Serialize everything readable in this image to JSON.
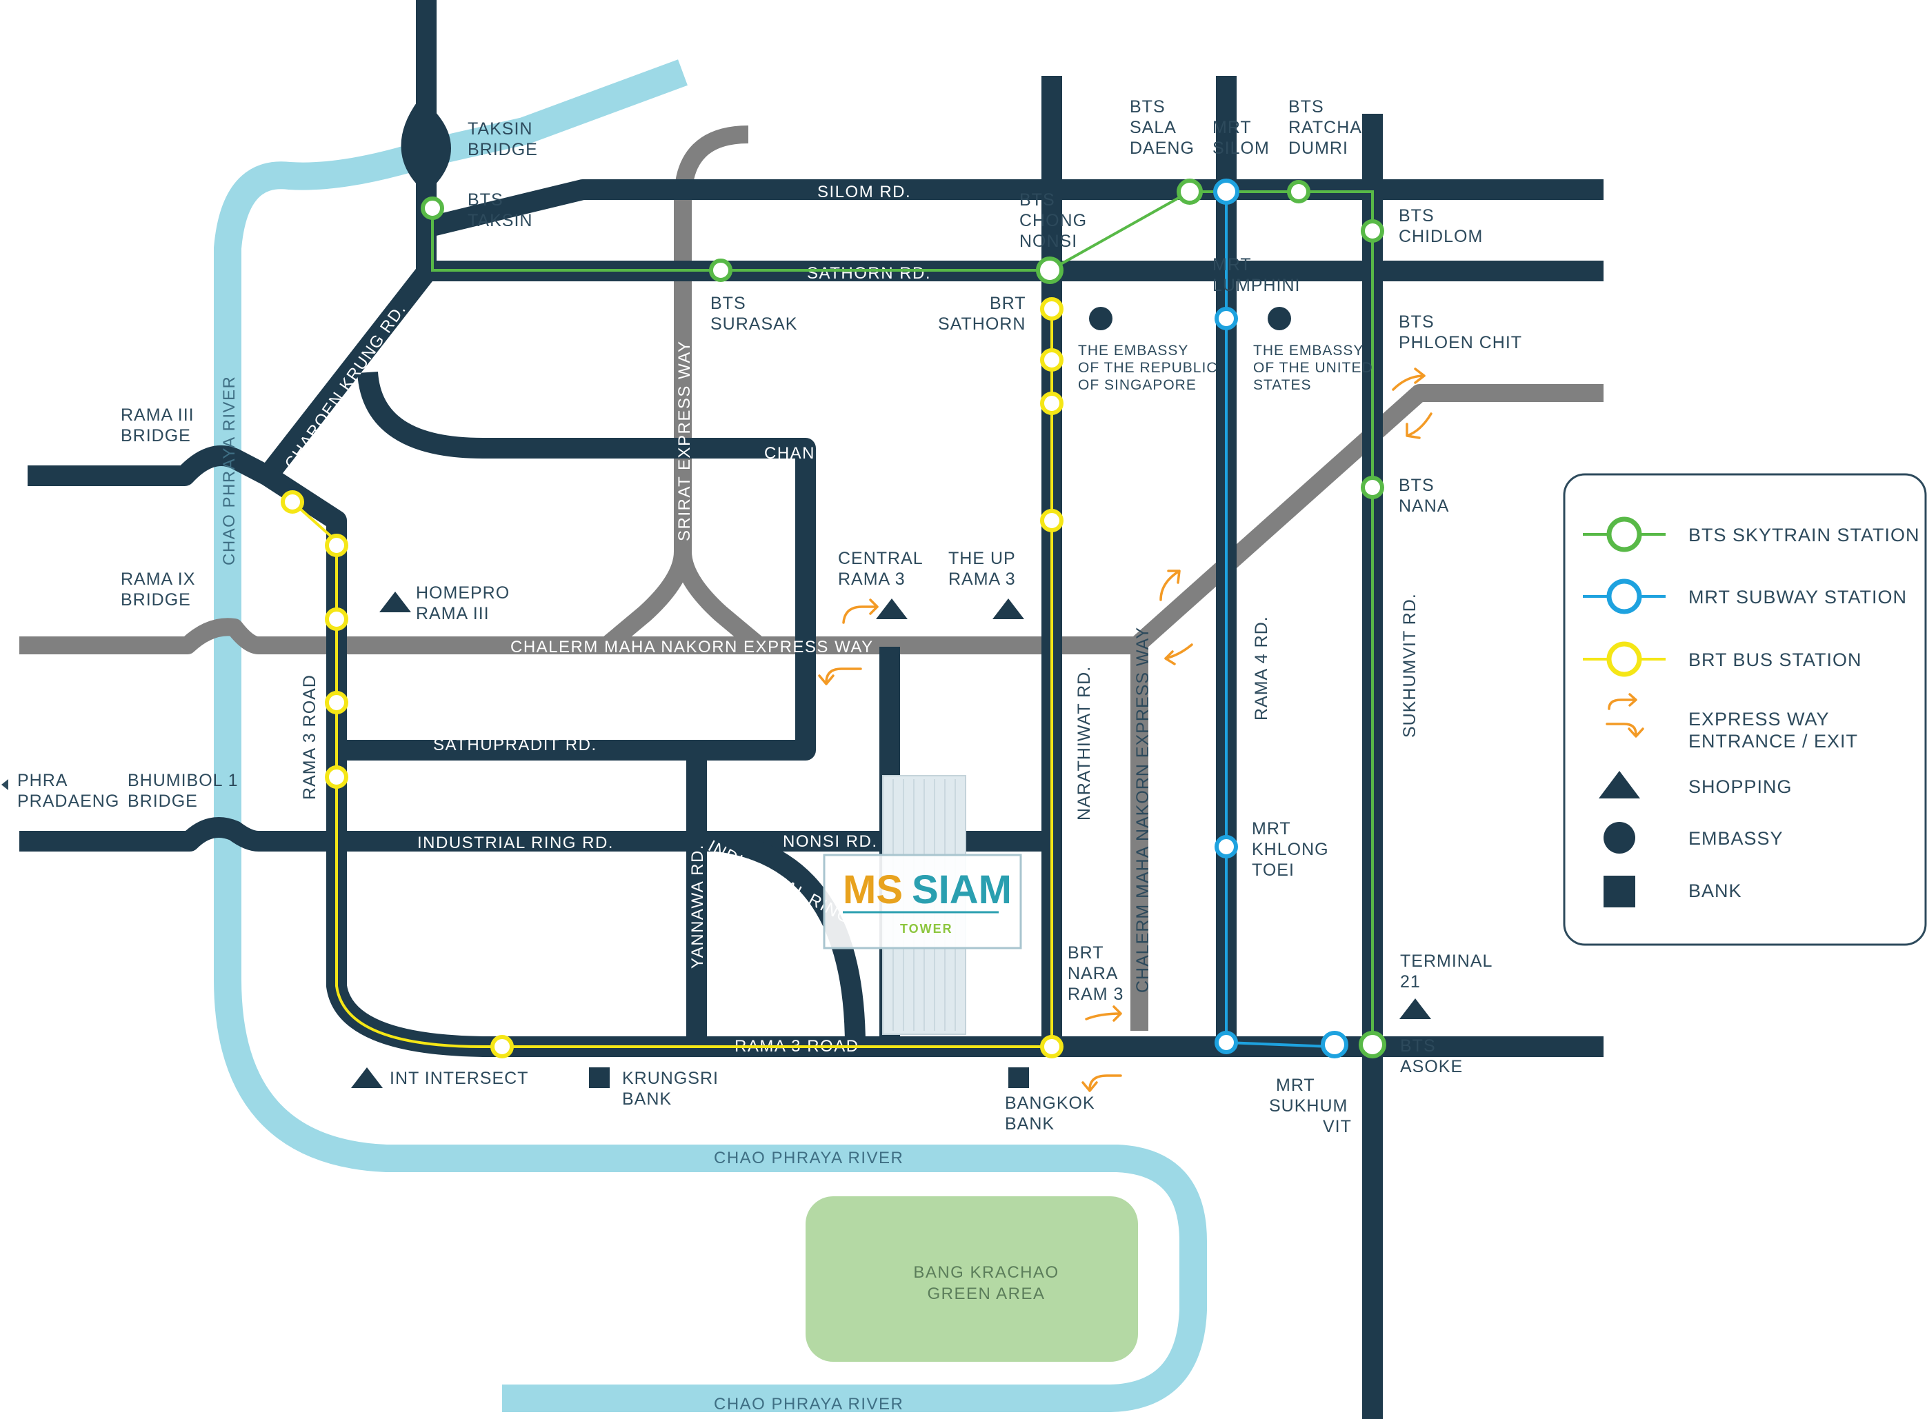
{
  "colors": {
    "road": "#1e3a4c",
    "expressway": "#808080",
    "river": "#9dd9e6",
    "bts": "#58b947",
    "mrt": "#1ea2df",
    "brt": "#f5e616",
    "expressway_arrow": "#f39a25",
    "green_area": "#b4d9a4"
  },
  "roads": {
    "silom": "SILOM RD.",
    "sathorn": "SATHORN RD.",
    "chan": "CHAN RD.",
    "chalerm_maha_nakorn": "CHALERM MAHA NAKORN EXPRESS WAY",
    "chalerm_maha_nakorn_vertical": "CHALERM MAHA NAKORN EXPRESS WAY",
    "sathupradit": "SATHUPRADIT RD.",
    "industrial_ring": "INDUSTRIAL RING RD.",
    "industrial_ring_curve": "INDUSTRIAL RING RD",
    "nonsi": "NONSI RD.",
    "rama3_road": "RAMA 3 ROAD",
    "rama3_road_vertical": "RAMA 3 ROAD",
    "charoen_krung": "CHAROEN KRUNG RD.",
    "srirat": "SRIRAT EXPRESS WAY",
    "narathiwat": "NARATHIWAT RD.",
    "rama4": "RAMA 4 RD.",
    "sukhumvit": "SUKHUMVIT RD.",
    "yannawa": "YANNAWA RD."
  },
  "rivers": {
    "chao_phraya_vertical": "CHAO PHRAYA RIVER",
    "chao_phraya_middle": "CHAO PHRAYA RIVER",
    "chao_phraya_bottom": "CHAO PHRAYA RIVER"
  },
  "green_area": {
    "line1": "BANG KRACHAO",
    "line2": "GREEN AREA"
  },
  "bridges": {
    "taksin": [
      "TAKSIN",
      "BRIDGE"
    ],
    "rama3": [
      "RAMA III",
      "BRIDGE"
    ],
    "rama9": [
      "RAMA IX",
      "BRIDGE"
    ],
    "bhumibol": [
      "BHUMIBOL 1",
      "BRIDGE"
    ],
    "phra_pradaeng": [
      "PHRA",
      "PRADAENG"
    ]
  },
  "stations": {
    "bts_taksin": [
      "BTS",
      "TAKSIN"
    ],
    "bts_surasak": [
      "BTS",
      "SURASAK"
    ],
    "bts_chong_nonsi": [
      "BTS",
      "CHONG",
      "NONSI"
    ],
    "bts_sala_daeng": [
      "BTS",
      "SALA",
      "DAENG"
    ],
    "mrt_silom": [
      "MRT",
      "SILOM"
    ],
    "bts_ratchadamri": [
      "BTS",
      "RATCHA",
      "DUMRI"
    ],
    "bts_chidlom": [
      "BTS",
      "CHIDLOM"
    ],
    "mrt_lumphini": [
      "MRT",
      "LUMPHINI"
    ],
    "brt_sathorn": [
      "BRT",
      "SATHORN"
    ],
    "bts_phloen_chit": [
      "BTS",
      "PHLOEN CHIT"
    ],
    "bts_nana": [
      "BTS",
      "NANA"
    ],
    "mrt_khlong_toei": [
      "MRT",
      "KHLONG",
      "TOEI"
    ],
    "brt_nara_ram3": [
      "BRT",
      "NARA",
      "RAM 3"
    ],
    "bts_asoke": [
      "BTS",
      "ASOKE"
    ],
    "mrt_sukhumvit": [
      "MRT",
      "SUKHUM",
      "VIT"
    ]
  },
  "places": {
    "embassy_singapore": [
      "THE EMBASSY",
      "OF THE REPUBLIC",
      "OF SINGAPORE"
    ],
    "embassy_us": [
      "THE EMBASSY",
      "OF THE UNITED",
      "STATES"
    ],
    "central_rama3": [
      "CENTRAL",
      "RAMA 3"
    ],
    "the_up_rama3": [
      "THE UP",
      "RAMA 3"
    ],
    "homepro": [
      "HOMEPRO",
      "RAMA III"
    ],
    "int_intersect": "INT INTERSECT",
    "krungsri_bank": [
      "KRUNGSRI",
      "BANK"
    ],
    "bangkok_bank": [
      "BANGKOK",
      "BANK"
    ],
    "terminal21": [
      "TERMINAL",
      "21"
    ]
  },
  "logo": {
    "ms": "MS",
    "siam": "SIAM",
    "tower": "TOWER"
  },
  "legend": {
    "bts": "BTS SKYTRAIN STATION",
    "mrt": "MRT SUBWAY STATION",
    "brt": "BRT BUS STATION",
    "expressway_line1": "EXPRESS WAY",
    "expressway_line2": "ENTRANCE / EXIT",
    "shopping": "SHOPPING",
    "embassy": "EMBASSY",
    "bank": "BANK"
  }
}
